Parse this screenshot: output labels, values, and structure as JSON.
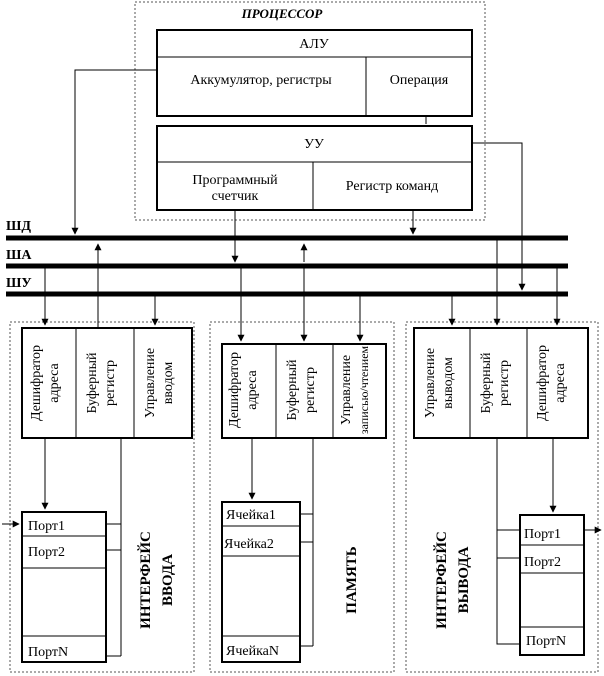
{
  "processor": {
    "title": "ПРОЦЕССОР",
    "alu": "АЛУ",
    "acc": "Аккумулятор, регистры",
    "op": "Операция",
    "cu": "УУ",
    "pc_line1": "Программный",
    "pc_line2": "счетчик",
    "ir": "Регистр команд"
  },
  "buses": {
    "data": "ШД",
    "address": "ША",
    "control": "ШУ"
  },
  "input": {
    "dec_line1": "Дешифратор",
    "dec_line2": "адреса",
    "buf_line1": "Буферный",
    "buf_line2": "регистр",
    "ctl_line1": "Управление",
    "ctl_line2": "вводом",
    "port1": "Порт1",
    "port2": "Порт2",
    "portn": "ПортN",
    "label1": "ИНТЕРФЕЙС",
    "label2": "ВВОДА"
  },
  "memory": {
    "dec_line1": "Дешифратор",
    "dec_line2": "адреса",
    "buf_line1": "Буферный",
    "buf_line2": "регистр",
    "ctl_line1": "Управление",
    "ctl_line2": "записью/чтением",
    "cell1": "Ячейка1",
    "cell2": "Ячейка2",
    "celln": "ЯчейкаN",
    "label": "ПАМЯТЬ"
  },
  "output": {
    "ctl_line1": "Управление",
    "ctl_line2": "выводом",
    "buf_line1": "Буферный",
    "buf_line2": "регистр",
    "dec_line1": "Дешифратор",
    "dec_line2": "адреса",
    "port1": "Порт1",
    "port2": "Порт2",
    "portn": "ПортN",
    "label1": "ИНТЕРФЕЙС",
    "label2": "ВЫВОДА"
  }
}
